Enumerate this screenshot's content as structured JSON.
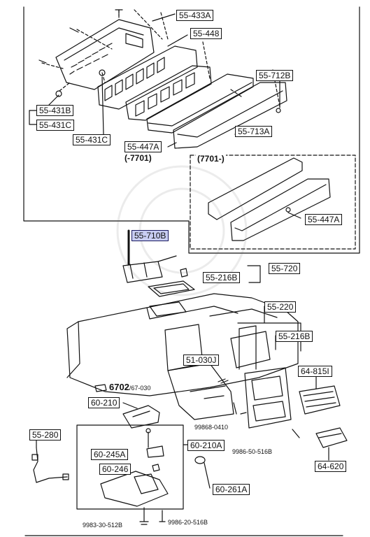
{
  "labels": {
    "p55_433A": "55-433A",
    "p55_448": "55-448",
    "p55_712B": "55-712B",
    "p55_431B": "55-431B",
    "p55_431C_a": "55-431C",
    "p55_431C_b": "55-431C",
    "p55_713A": "55-713A",
    "p55_447A_a": "55-447A",
    "range_to_7701": "(-7701)",
    "range_from_7701": "(7701-)",
    "p55_447A_b": "55-447A",
    "p55_710B": "55-710B",
    "p55_216B_a": "55-216B",
    "p55_720": "55-720",
    "p55_220": "55-220",
    "p55_216B_b": "55-216B",
    "p51_030J": "51-030J",
    "p64_815I": "64-815I",
    "p6702": "6702",
    "p67_030": "/67-030",
    "p60_210": "60-210",
    "p99868_0410": "99868-0410",
    "p55_280": "55-280",
    "p60_210A": "60-210A",
    "p9986_50_516B": "9986-50-516B",
    "p60_245A": "60-245A",
    "p60_246": "60-246",
    "p64_620": "64-620",
    "p60_261A": "60-261A",
    "p9983_30_512B": "9983-30-512B",
    "p9986_20_516B": "9986-20-516B"
  }
}
